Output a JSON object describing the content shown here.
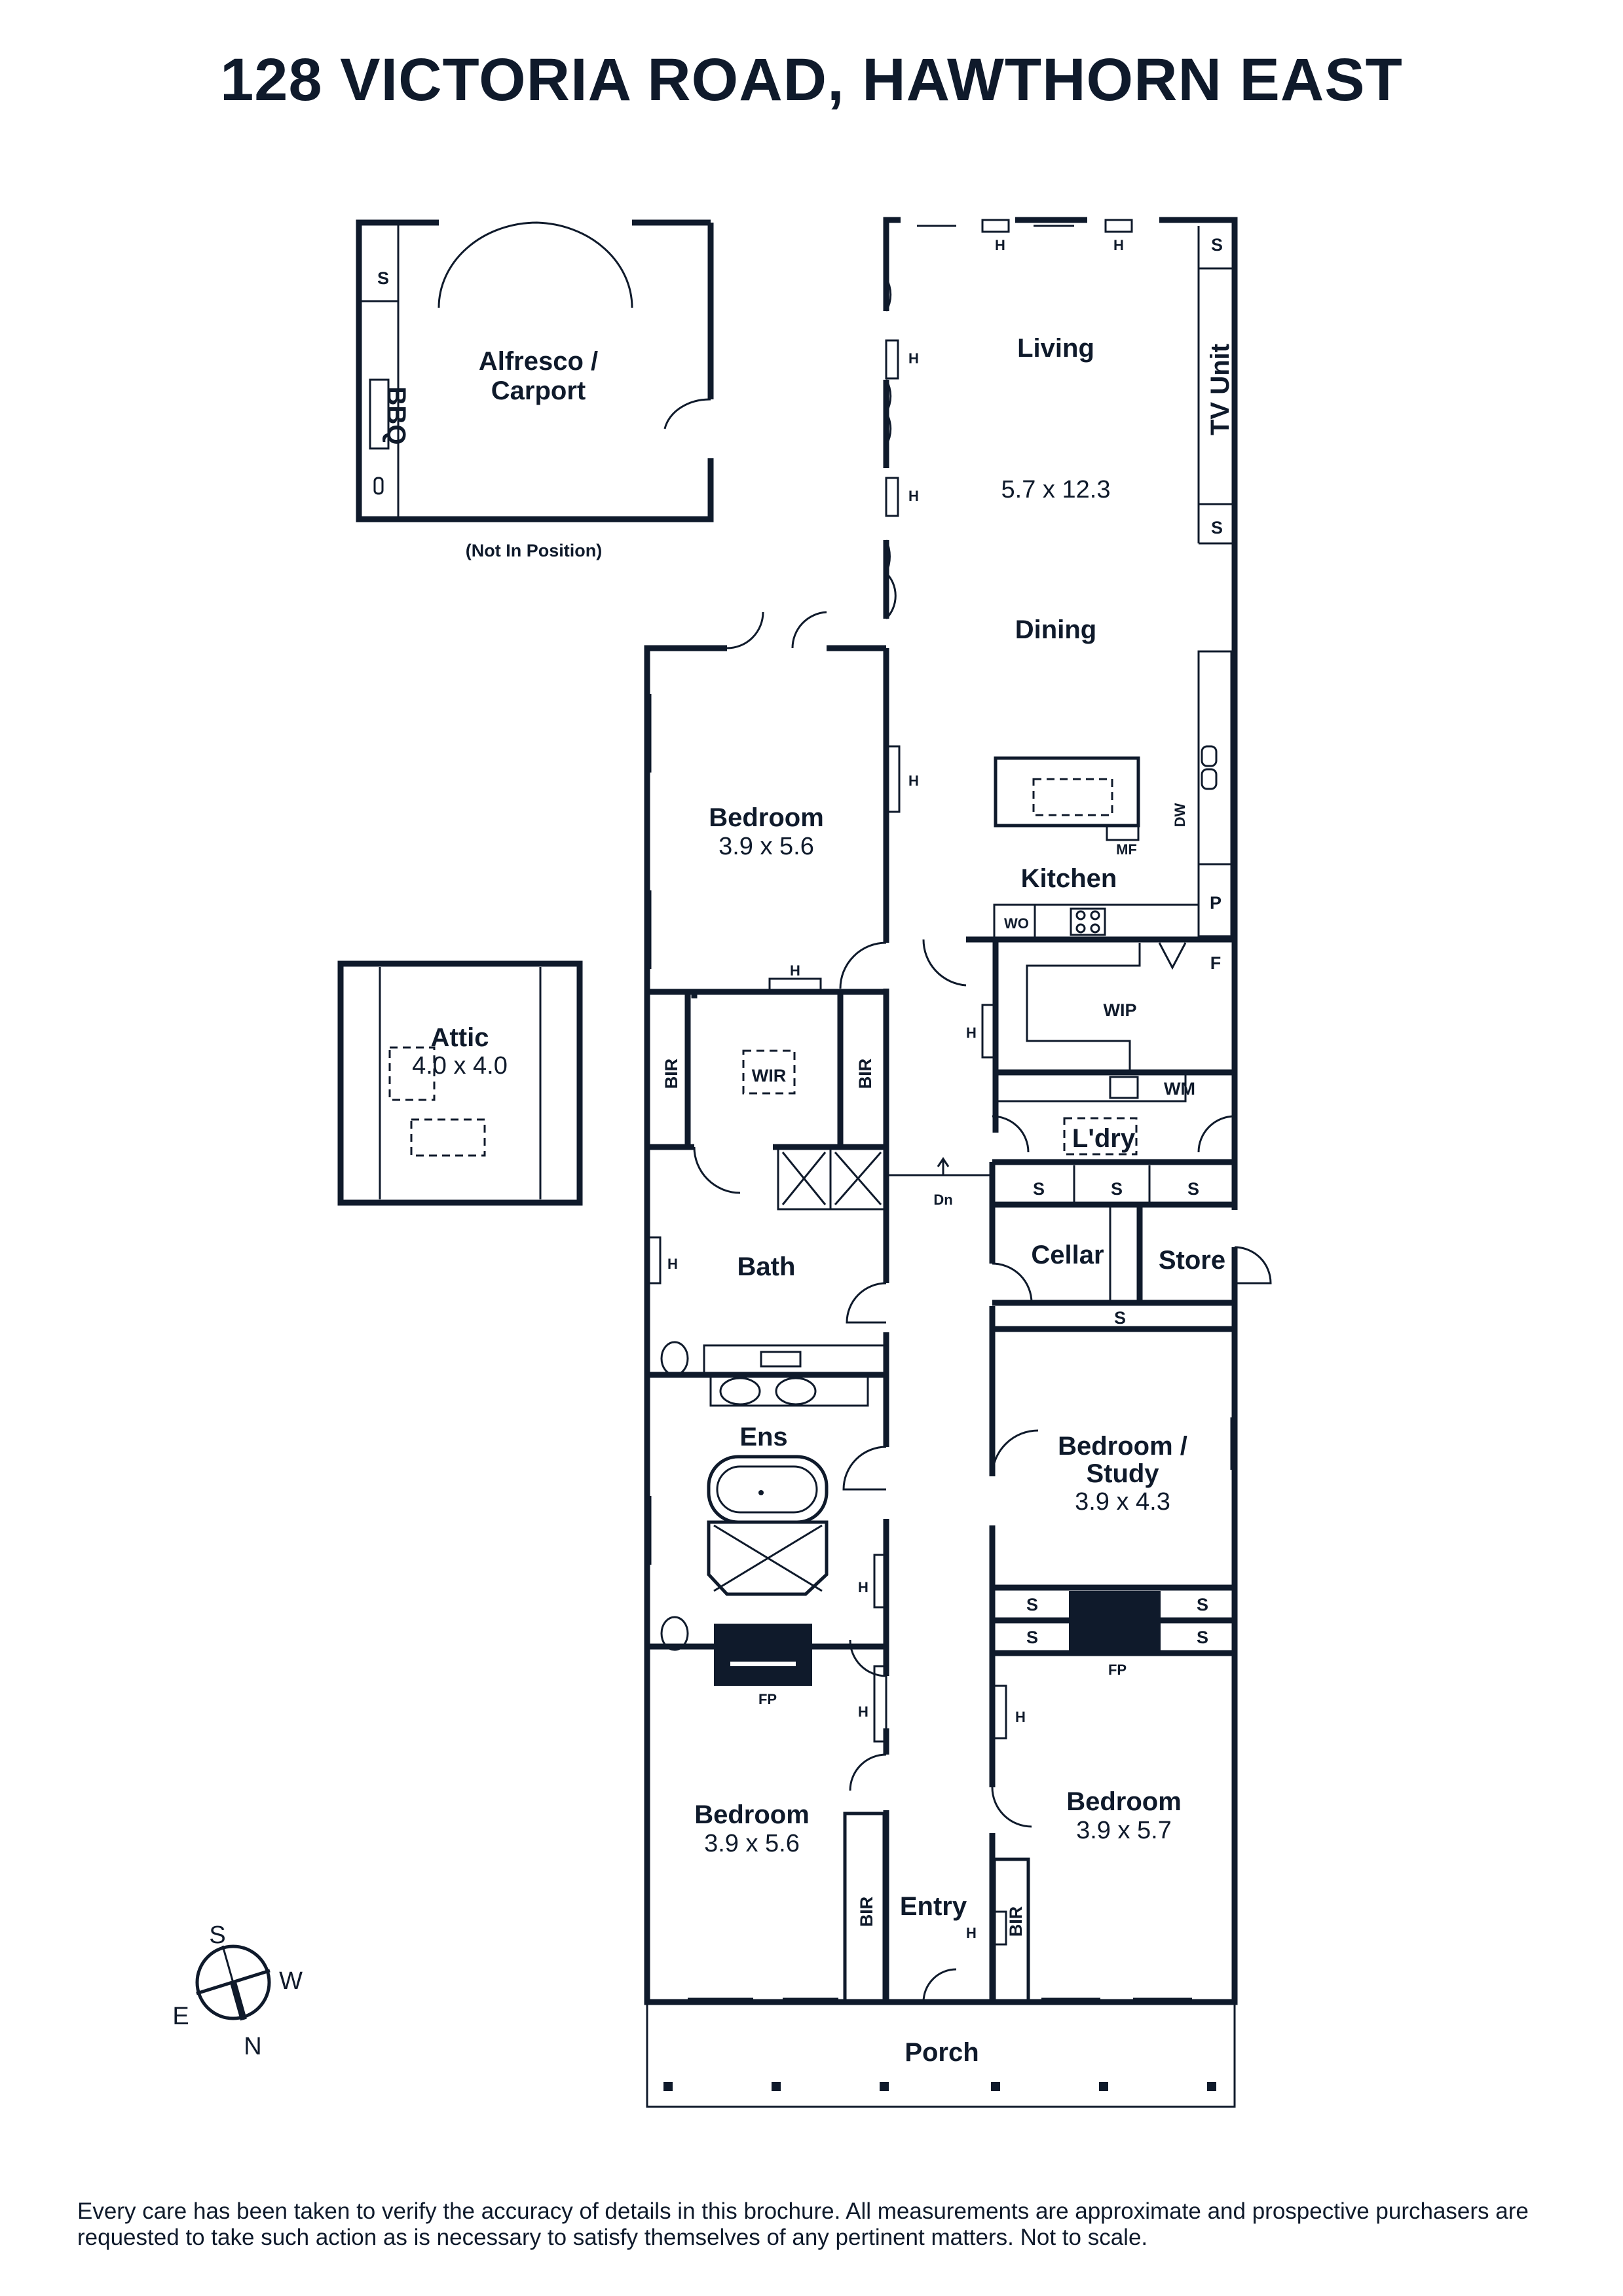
{
  "title": "128 VICTORIA ROAD, HAWTHORN EAST",
  "colors": {
    "ink": "#0f1a2b",
    "background": "#ffffff"
  },
  "rooms": {
    "living": {
      "label": "Living",
      "dims": "5.7 x 12.3"
    },
    "dining": {
      "label": "Dining"
    },
    "kitchen": {
      "label": "Kitchen"
    },
    "bedroom_main": {
      "label": "Bedroom",
      "dims": "3.9 x 5.6"
    },
    "attic": {
      "label": "Attic",
      "dims": "4.0 x 4.0"
    },
    "wir": {
      "label": "WIR"
    },
    "bath": {
      "label": "Bath"
    },
    "ens": {
      "label": "Ens"
    },
    "bedroom_front_left": {
      "label": "Bedroom",
      "dims": "3.9 x 5.6"
    },
    "entry": {
      "label": "Entry"
    },
    "porch": {
      "label": "Porch"
    },
    "bedroom_front_right": {
      "label": "Bedroom",
      "dims": "3.9 x 5.7"
    },
    "bedroom_study": {
      "label1": "Bedroom /",
      "label2": "Study",
      "dims": "3.9 x 4.3"
    },
    "cellar": {
      "label": "Cellar"
    },
    "store": {
      "label": "Store"
    },
    "laundry": {
      "label": "L'dry"
    },
    "wip": {
      "label": "WIP"
    },
    "alfresco": {
      "label1": "Alfresco /",
      "label2": "Carport",
      "note": "(Not In Position)"
    }
  },
  "fixtures": {
    "heater": "H",
    "shelf": "S",
    "tv_unit": "TV Unit",
    "bbq": "BBQ",
    "bir": "BIR",
    "dishwasher": "DW",
    "microwave": "MF",
    "wall_oven": "WO",
    "pantry": "P",
    "fridge": "F",
    "washing_machine": "WM",
    "fireplace": "FP",
    "stairs_down": "Dn"
  },
  "compass": {
    "s": "S",
    "w": "W",
    "e": "E",
    "n": "N"
  },
  "disclaimer": "Every care has been taken to verify the accuracy of details in this brochure. All measurements are approximate and prospective purchasers are requested to take such action as is necessary to satisfy themselves of any pertinent matters. Not to scale."
}
